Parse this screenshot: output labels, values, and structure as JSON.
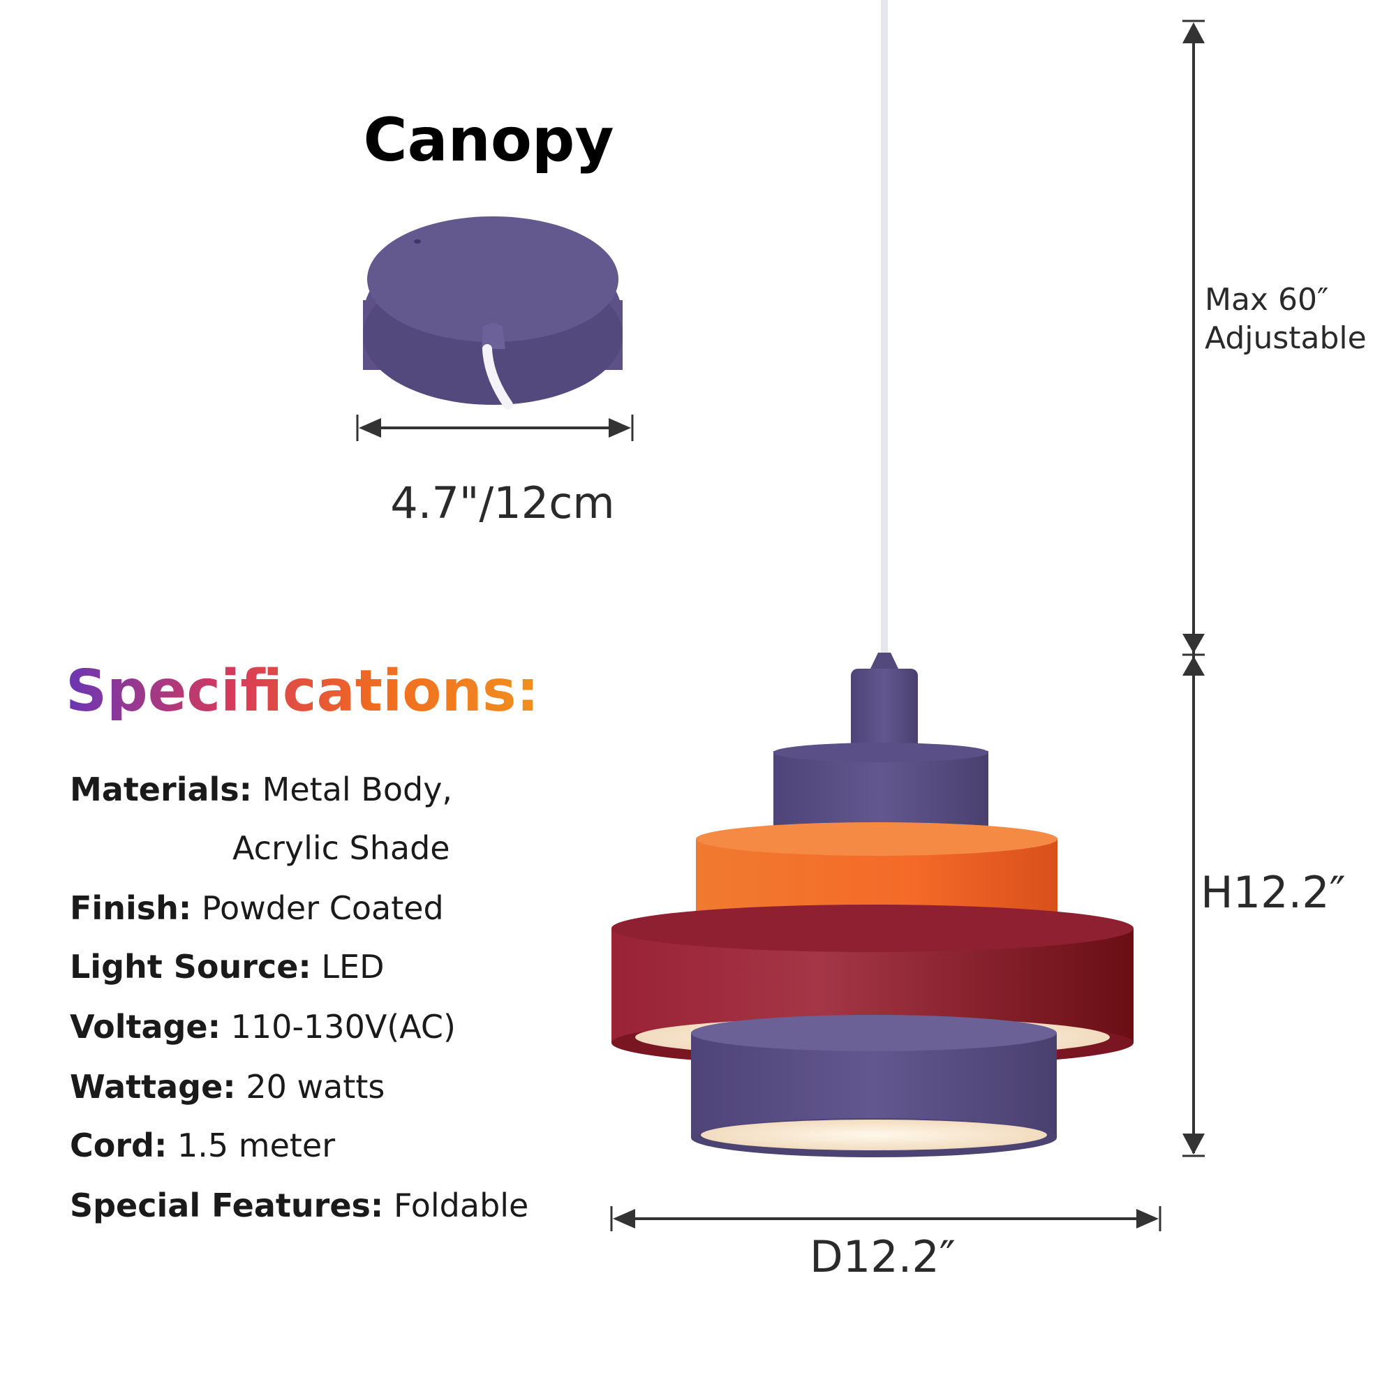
{
  "canopy": {
    "title": "Canopy",
    "width_label": "4.7\"/12cm"
  },
  "specifications": {
    "title": "Specifications:",
    "rows": [
      {
        "label": "Materials:",
        "value": "Metal Body,"
      },
      {
        "label": "",
        "value": "Acrylic Shade"
      },
      {
        "label": "Finish:",
        "value": "Powder Coated"
      },
      {
        "label": "Light Source:",
        "value": "LED"
      },
      {
        "label": "Voltage:",
        "value": "110-130V(AC)"
      },
      {
        "label": "Wattage:",
        "value": "20 watts"
      },
      {
        "label": "Cord:",
        "value": "1.5 meter"
      },
      {
        "label": "Special Features:",
        "value": "Foldable"
      }
    ]
  },
  "dimensions": {
    "cord_line1": "Max 60″",
    "cord_line2": "Adjustable",
    "height": "H12.2″",
    "diameter": "D12.2″"
  },
  "colors": {
    "purple": "#5b4f86",
    "orange": "#f2702b",
    "wine": "#8e1e2f",
    "cord": "#e8e8f0",
    "dim_line": "#333333"
  }
}
